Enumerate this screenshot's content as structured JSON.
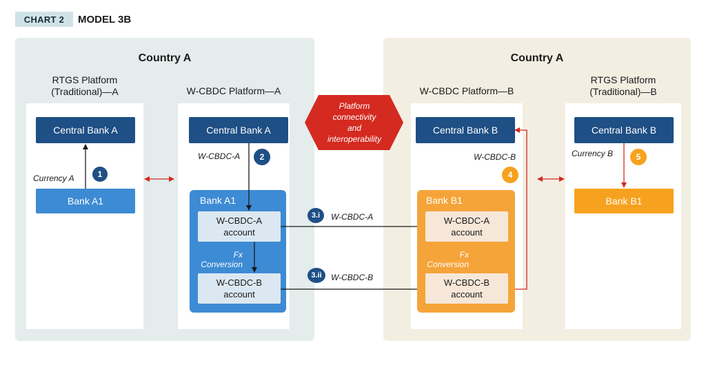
{
  "header": {
    "chart_tag": "CHART 2",
    "model_title": "MODEL 3B"
  },
  "left_country": {
    "title": "Country A",
    "rtgs": {
      "title_line1": "RTGS Platform",
      "title_line2": "(Traditional)—A",
      "central_bank": "Central Bank A",
      "bank": "Bank A1",
      "currency_label": "Currency A",
      "step": "1"
    },
    "wcbdc": {
      "title": "W-CBDC Platform—A",
      "central_bank": "Central Bank A",
      "flow_label": "W-CBDC-A",
      "step": "2",
      "bank": "Bank A1",
      "account_a_line1": "W-CBDC-A",
      "account_a_line2": "account",
      "fx_line1": "Fx",
      "fx_line2": "Conversion",
      "account_b_line1": "W-CBDC-B",
      "account_b_line2": "account"
    }
  },
  "center": {
    "hexagon_line1": "Platform",
    "hexagon_line2": "connectivity",
    "hexagon_line3": "and",
    "hexagon_line4": "interoperability",
    "step_3i": "3.i",
    "flow_3i": "W-CBDC-A",
    "step_3ii": "3.ii",
    "flow_3ii": "W-CBDC-B"
  },
  "right_country": {
    "title": "Country A",
    "wcbdc": {
      "title": "W-CBDC Platform—B",
      "central_bank": "Central Bank B",
      "flow_label": "W-CBDC-B",
      "step": "4",
      "bank": "Bank B1",
      "account_a_line1": "W-CBDC-A",
      "account_a_line2": "account",
      "fx_line1": "Fx",
      "fx_line2": "Conversion",
      "account_b_line1": "W-CBDC-B",
      "account_b_line2": "account"
    },
    "rtgs": {
      "title_line1": "RTGS Platform",
      "title_line2": "(Traditional)—B",
      "central_bank": "Central Bank B",
      "currency_label": "Currency B",
      "step": "5",
      "bank": "Bank B1"
    }
  },
  "colors": {
    "navy": "#1e4f85",
    "blue": "#3d8bd4",
    "orange": "#f7a21f",
    "red": "#d42a20",
    "panel_a": "#e4ecec",
    "panel_b": "#f3eee2"
  }
}
